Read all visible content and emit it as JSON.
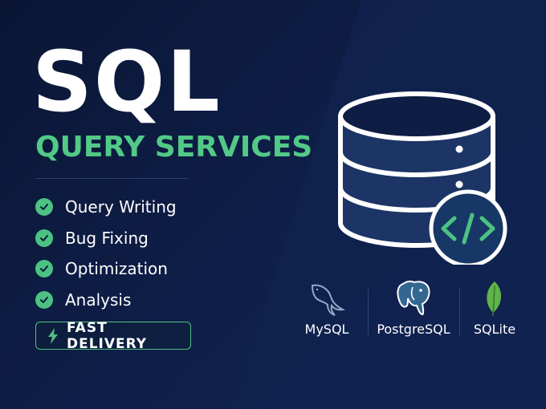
{
  "hero": {
    "title": "SQL",
    "subtitle": "QUERY SERVICES"
  },
  "features": [
    {
      "label": "Query Writing"
    },
    {
      "label": "Bug Fixing"
    },
    {
      "label": "Optimization"
    },
    {
      "label": "Analysis"
    }
  ],
  "badge": {
    "label": "FAST DELIVERY",
    "icon": "lightning-bolt-icon"
  },
  "graphic": {
    "icon": "database-icon",
    "badge_icon": "code-brackets-icon"
  },
  "databases": [
    {
      "name": "MySQL",
      "icon": "dolphin-icon"
    },
    {
      "name": "PostgreSQL",
      "icon": "elephant-icon"
    },
    {
      "name": "SQLite",
      "icon": "leaf-icon"
    }
  ],
  "colors": {
    "background": "#0d1a3d",
    "accent": "#52c987",
    "text": "#ffffff"
  }
}
